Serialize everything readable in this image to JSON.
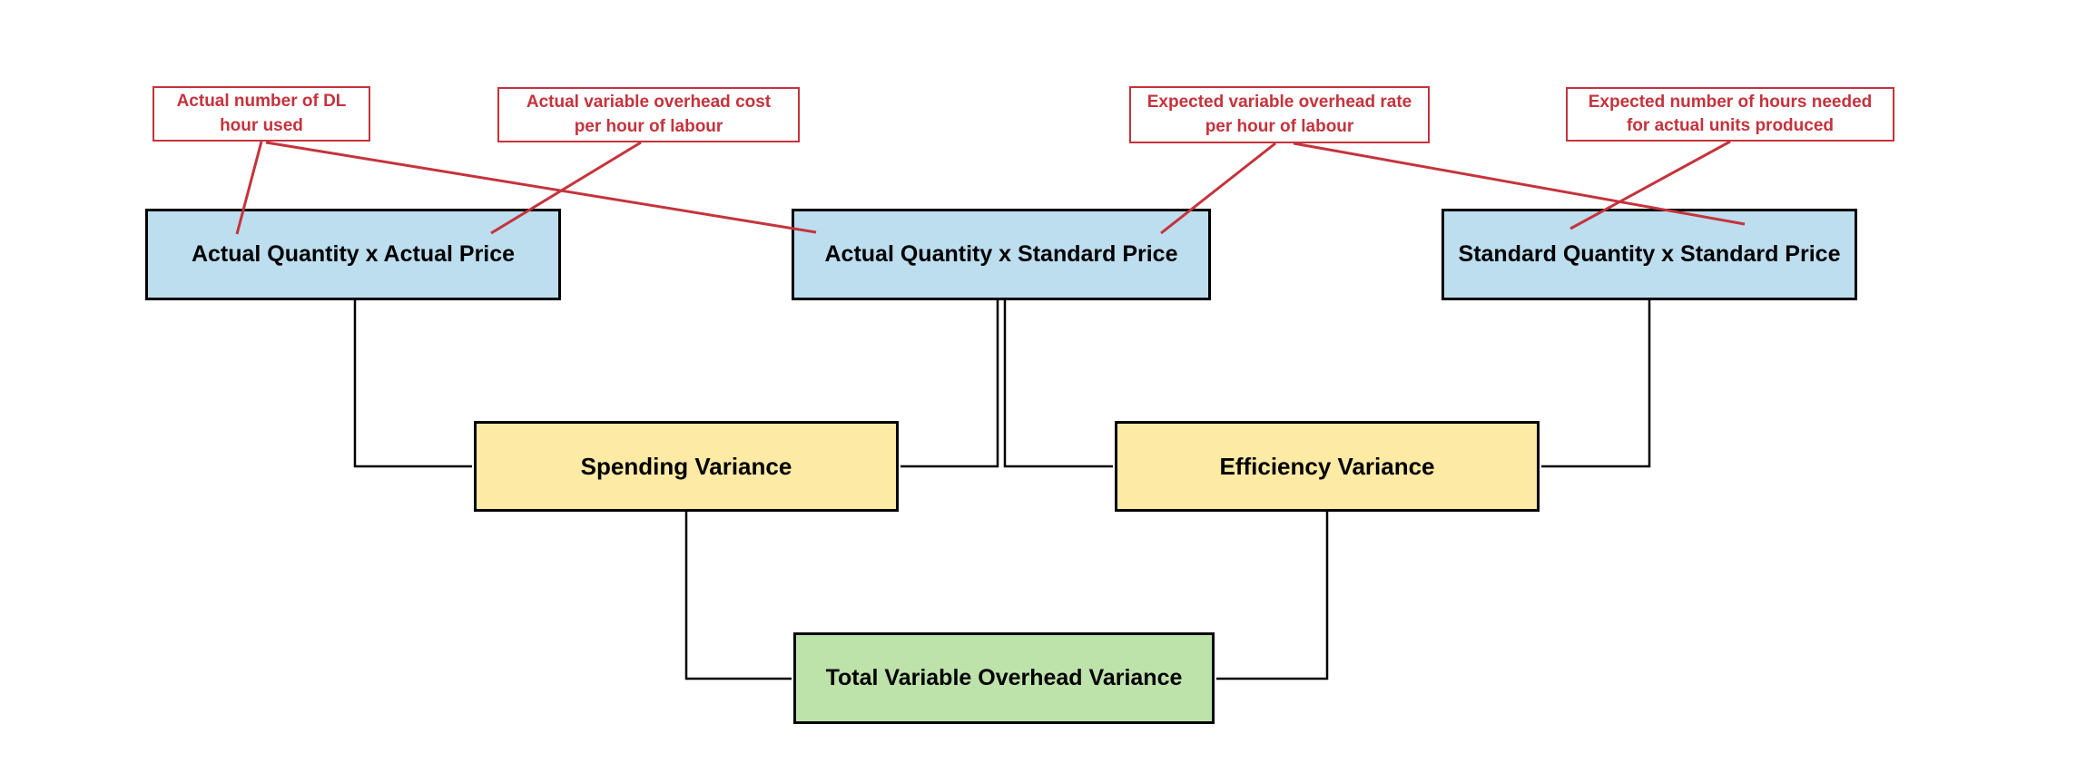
{
  "diagram": {
    "background_color": "#ffffff",
    "colors": {
      "formula_fill": "#bddeef",
      "variance_fill": "#fdeaa4",
      "total_fill": "#bde3ab",
      "annotation_accent": "#c5333c",
      "connector": "#000000"
    },
    "annotations": {
      "actual_hours": {
        "label": "Actual number of DL\nhour used"
      },
      "actual_rate": {
        "label": "Actual variable overhead cost\nper hour of labour"
      },
      "expected_rate": {
        "label": "Expected variable overhead rate\nper hour of labour"
      },
      "expected_hours": {
        "label": "Expected number of hours needed\nfor actual units produced"
      }
    },
    "formulas": {
      "aq_ap": {
        "label": "Actual Quantity x Actual Price"
      },
      "aq_sp": {
        "label": "Actual Quantity x Standard Price"
      },
      "sq_sp": {
        "label": "Standard Quantity x Standard Price"
      }
    },
    "variances": {
      "spending": {
        "label": "Spending Variance"
      },
      "efficiency": {
        "label": "Efficiency Variance"
      },
      "total": {
        "label": "Total Variable Overhead Variance"
      }
    },
    "edges": [
      {
        "from": "annotation_actual_hours",
        "to": "formula_aq_ap",
        "color": "#c5333c",
        "style": "arrow"
      },
      {
        "from": "annotation_actual_hours",
        "to": "formula_aq_sp",
        "color": "#c5333c",
        "style": "arrow"
      },
      {
        "from": "annotation_actual_rate",
        "to": "formula_aq_ap",
        "color": "#c5333c",
        "style": "arrow"
      },
      {
        "from": "annotation_expected_rate",
        "to": "formula_aq_sp",
        "color": "#c5333c",
        "style": "arrow"
      },
      {
        "from": "annotation_expected_rate",
        "to": "formula_sq_sp",
        "color": "#c5333c",
        "style": "arrow"
      },
      {
        "from": "annotation_expected_hours",
        "to": "formula_sq_sp",
        "color": "#c5333c",
        "style": "arrow"
      },
      {
        "from": "formula_aq_ap",
        "to": "variance_spending",
        "color": "#000000",
        "style": "elbow-arrow"
      },
      {
        "from": "formula_aq_sp",
        "to": "variance_spending",
        "color": "#000000",
        "style": "elbow-arrow"
      },
      {
        "from": "formula_aq_sp",
        "to": "variance_efficiency",
        "color": "#000000",
        "style": "elbow-arrow"
      },
      {
        "from": "formula_sq_sp",
        "to": "variance_efficiency",
        "color": "#000000",
        "style": "elbow-arrow"
      },
      {
        "from": "variance_spending",
        "to": "variance_total",
        "color": "#000000",
        "style": "elbow-arrow"
      },
      {
        "from": "variance_efficiency",
        "to": "variance_total",
        "color": "#000000",
        "style": "elbow-arrow"
      }
    ]
  }
}
